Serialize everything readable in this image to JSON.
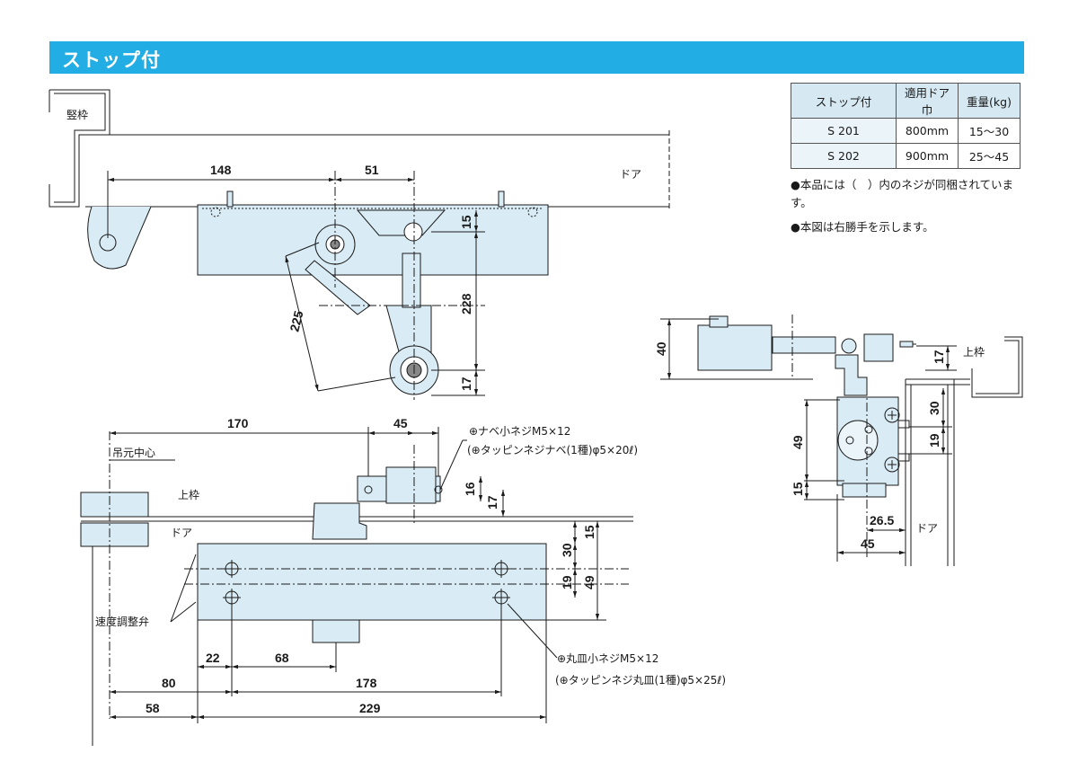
{
  "header": {
    "title": "ストップ付"
  },
  "spec_table": {
    "headers": [
      "ストップ付",
      "適用ドア巾",
      "重量(kg)"
    ],
    "rows": [
      [
        "S 201",
        "800mm",
        "15〜30"
      ],
      [
        "S 202",
        "900mm",
        "25〜45"
      ]
    ]
  },
  "notes": [
    "●本品には（　）内のネジが同梱されています。",
    "●本図は右勝手を示します。"
  ],
  "top_view": {
    "labels": {
      "frame": "竪枠",
      "door": "ドア"
    },
    "dims": {
      "d148": "148",
      "d51": "51",
      "d15": "15",
      "d228": "228",
      "d225": "225",
      "d17": "17"
    }
  },
  "front_view": {
    "labels": {
      "pivot_center": "吊元中心",
      "top_frame": "上枠",
      "door": "ドア",
      "valve": "速度調整弁",
      "screw1": "⊕ナベ小ネジM5×12",
      "screw1_alt": "(⊕タッピンネジナベ(1種)φ5×20ℓ)",
      "screw2": "⊕丸皿小ネジM5×12",
      "screw2_alt": "(⊕タッピンネジ丸皿(1種)φ5×25ℓ)"
    },
    "dims": {
      "d170": "170",
      "d45": "45",
      "d16": "16",
      "d17": "17",
      "d15": "15",
      "d30": "30",
      "d19": "19",
      "d49": "49",
      "d22": "22",
      "d68": "68",
      "d80": "80",
      "d178": "178",
      "d58": "58",
      "d229": "229"
    }
  },
  "side_view": {
    "labels": {
      "top_frame": "上枠",
      "door": "ドア"
    },
    "dims": {
      "d40": "40",
      "d17": "17",
      "d30": "30",
      "d49": "49",
      "d19": "19",
      "d15": "15",
      "d26_5": "26.5",
      "d45": "45"
    }
  },
  "colors": {
    "accent": "#22aee4",
    "body_fill": "#d9ecf5",
    "line": "#1a1a1a"
  }
}
